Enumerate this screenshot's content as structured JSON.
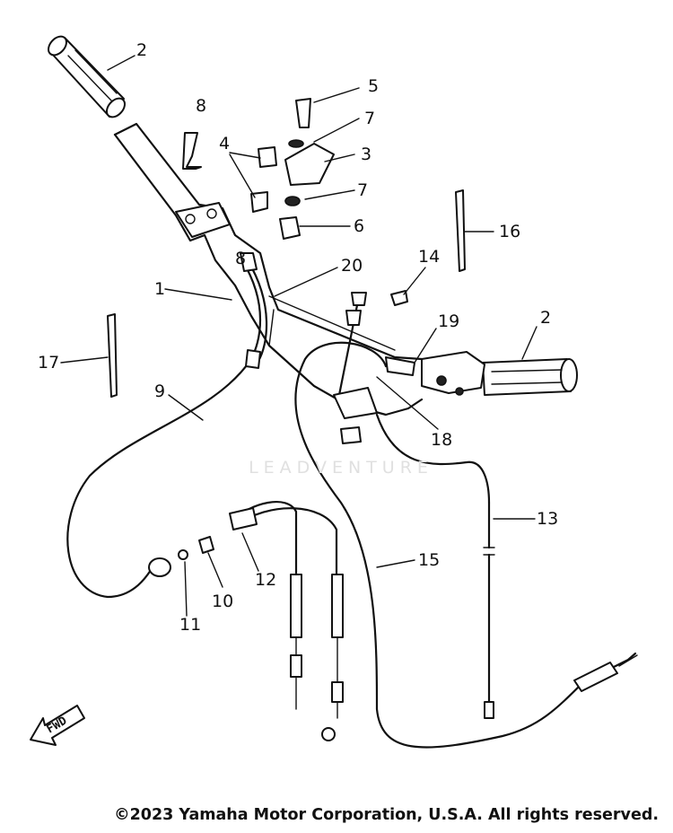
{
  "diagram": {
    "callouts": [
      "2",
      "8",
      "5",
      "7",
      "4",
      "3",
      "7",
      "6",
      "16",
      "20",
      "14",
      "1",
      "2",
      "19",
      "17",
      "9",
      "18",
      "13",
      "15",
      "12",
      "10",
      "11",
      "8"
    ],
    "fwd_label": "FWD"
  },
  "watermark": "LEADVENTURE",
  "footer": {
    "copyright": "©2023 Yamaha Motor Corporation, U.S.A. All rights reserved."
  }
}
